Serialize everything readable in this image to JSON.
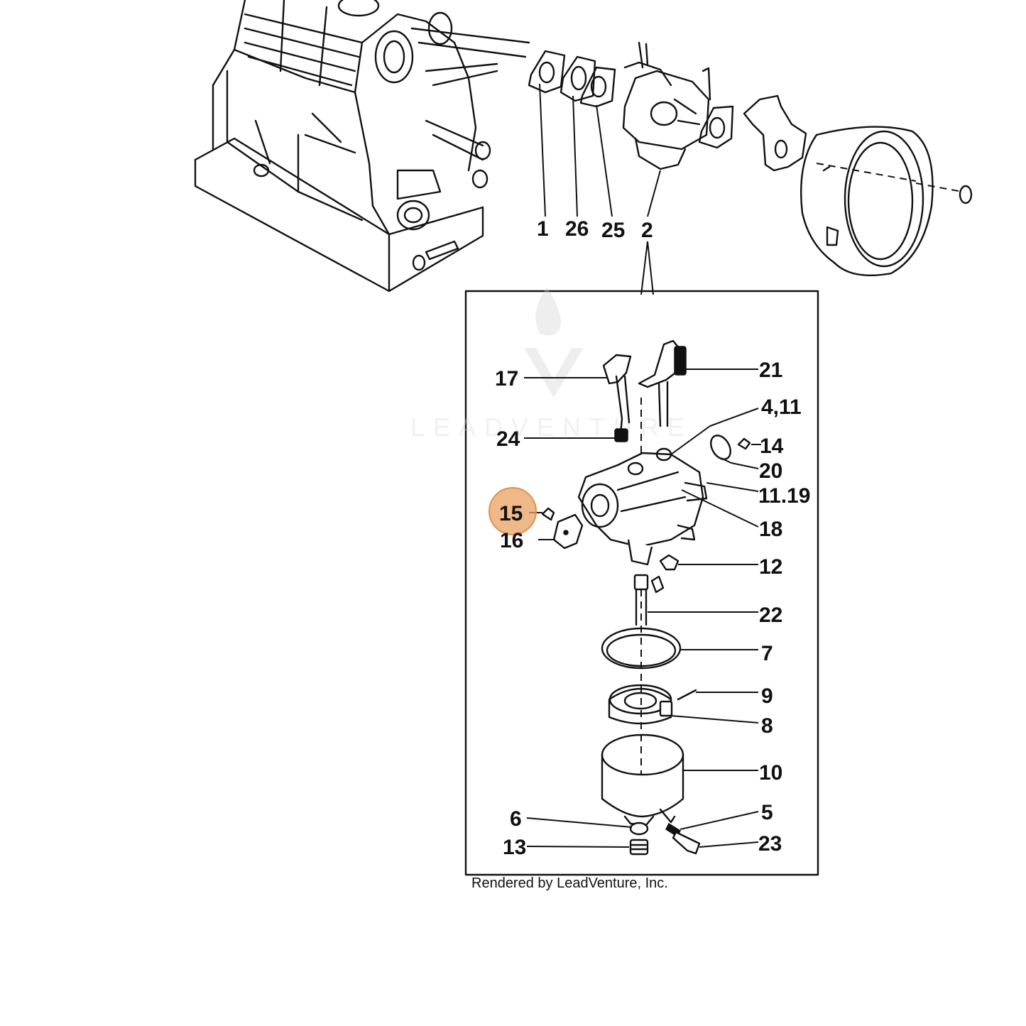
{
  "watermark": {
    "text": "LEADVENTURE"
  },
  "footer": {
    "credit": "Rendered by LeadVenture, Inc."
  },
  "highlight": {
    "color": "#e8a060",
    "callout": "15"
  },
  "callouts": {
    "c1": "1",
    "c26": "26",
    "c25": "25",
    "c2": "2",
    "c17": "17",
    "c21": "21",
    "c4_11": "4,11",
    "c24": "24",
    "c14": "14",
    "c20": "20",
    "c11_19": "11.19",
    "c15": "15",
    "c16": "16",
    "c18": "18",
    "c12": "12",
    "c22": "22",
    "c7": "7",
    "c9": "9",
    "c8": "8",
    "c10": "10",
    "c6": "6",
    "c5": "5",
    "c13": "13",
    "c23": "23"
  }
}
